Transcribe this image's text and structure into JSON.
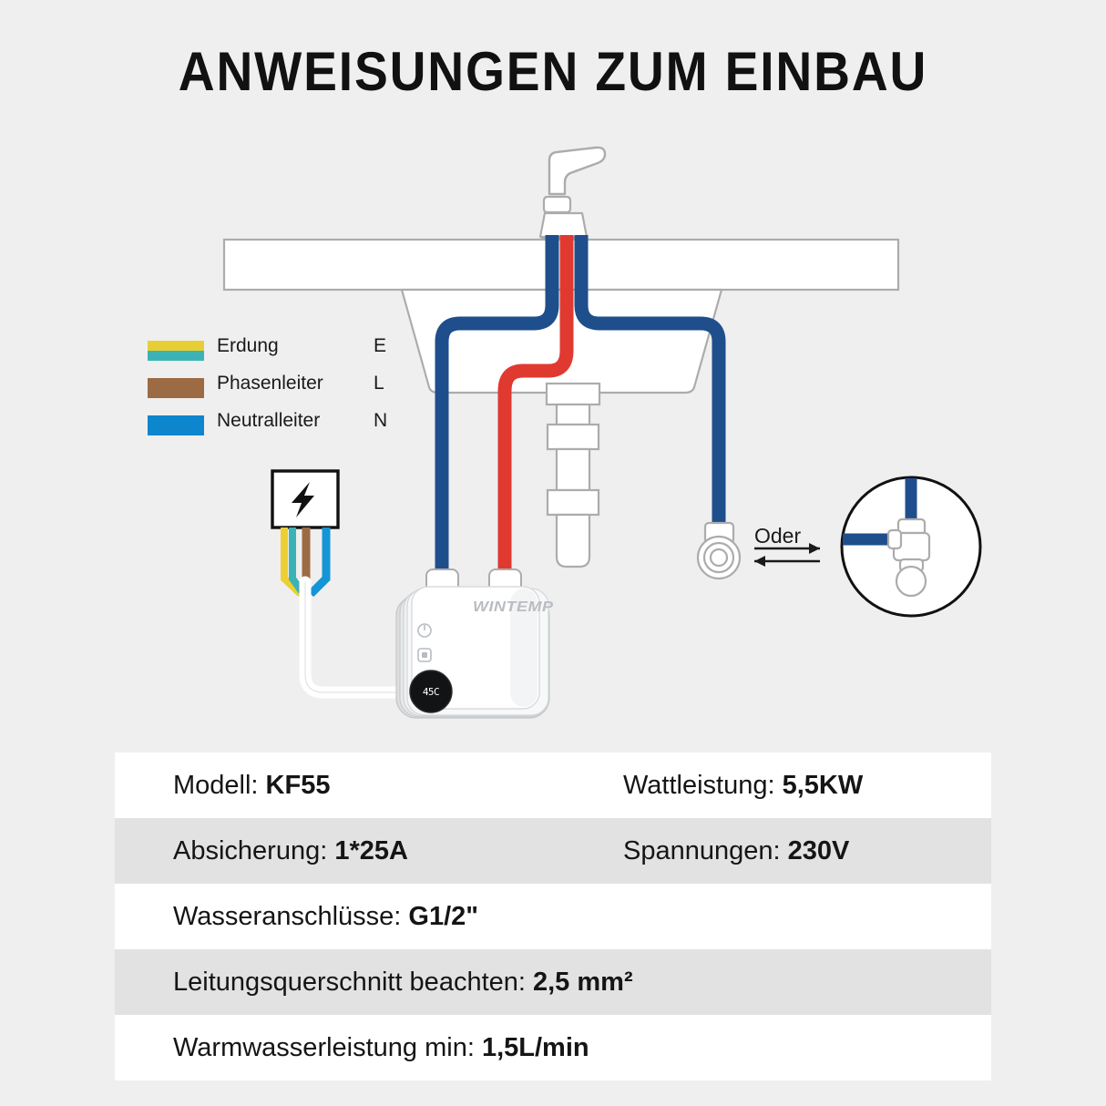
{
  "page": {
    "title": "ANWEISUNGEN ZUM EINBAU",
    "background_color": "#EFEFEF"
  },
  "legend": {
    "items": [
      {
        "label": "Erdung",
        "code": "E",
        "color_top": "#E8CE35",
        "color_bottom": "#3BB3B5",
        "swatch_type": "bicolor"
      },
      {
        "label": "Phasenleiter",
        "code": "L",
        "color_top": "#9C6B43",
        "color_bottom": "#9C6B43",
        "swatch_type": "solid"
      },
      {
        "label": "Neutralleiter",
        "code": "N",
        "color_top": "#0E86CE",
        "color_bottom": "#0E86CE",
        "swatch_type": "solid"
      }
    ]
  },
  "diagram": {
    "alternative_label": "Oder",
    "cold_pipe_color": "#1F4E8C",
    "hot_pipe_color": "#E03A30",
    "outline_color": "#ACACAC",
    "hazard_icon": "lightning-bolt-icon",
    "wires": {
      "earth_yellow": "#EECF33",
      "earth_teal": "#3BB3B5",
      "live_brown": "#9C6B43",
      "neutral_blue": "#1395D6",
      "power_cable": "#FFFFFF"
    }
  },
  "device": {
    "brand": "WINTEMP",
    "display_value": "45C",
    "controls": [
      {
        "name": "power-icon"
      },
      {
        "name": "mode-icon"
      },
      {
        "name": "minus-icon"
      },
      {
        "name": "plus-icon"
      }
    ]
  },
  "specs": {
    "rows": [
      {
        "shade": "odd",
        "cells": [
          {
            "key": "Modell: ",
            "value": "KF55"
          },
          {
            "key": "Wattleistung: ",
            "value": "5,5KW"
          }
        ]
      },
      {
        "shade": "even",
        "cells": [
          {
            "key": "Absicherung: ",
            "value": "1*25A"
          },
          {
            "key": "Spannungen: ",
            "value": "230V"
          }
        ]
      },
      {
        "shade": "odd",
        "cells": [
          {
            "key": "Wasseranschlüsse: ",
            "value": "G1/2\""
          }
        ]
      },
      {
        "shade": "even",
        "cells": [
          {
            "key": "Leitungsquerschnitt beachten: ",
            "value": "2,5 mm²"
          }
        ]
      },
      {
        "shade": "odd",
        "cells": [
          {
            "key": "Warmwasserleistung min: ",
            "value": "1,5L/min"
          }
        ]
      }
    ]
  }
}
